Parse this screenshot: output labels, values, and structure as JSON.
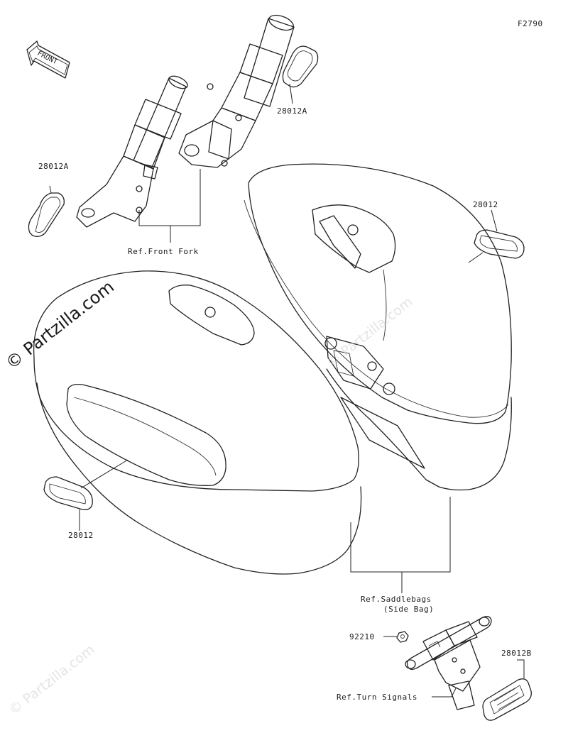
{
  "figure_code": "F2790",
  "front_label": "FRONT",
  "parts": {
    "reflector_fork_upper": "28012A",
    "reflector_fork_lower": "28012A",
    "reflector_bag_right": "28012",
    "reflector_bag_left": "28012",
    "nut": "92210",
    "reflector_rear": "28012B"
  },
  "references": {
    "front_fork": "Ref.Front Fork",
    "saddlebags_line1": "Ref.Saddlebags",
    "saddlebags_line2": "(Side Bag)",
    "turn_signals": "Ref.Turn Signals"
  },
  "watermark": {
    "main": "© Partzilla.com",
    "repeat": "© Partzilla.com"
  }
}
